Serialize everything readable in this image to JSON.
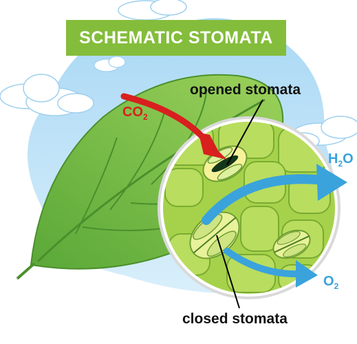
{
  "diagram": {
    "title": "SCHEMATIC STOMATA",
    "labels": {
      "opened": "opened stomata",
      "closed": "closed stomata"
    },
    "gases": {
      "co2": {
        "base": "CO",
        "sub": "2",
        "color": "#d8201f"
      },
      "h2o": {
        "base": "H",
        "sub": "2",
        "tail": "O",
        "color": "#3aa3dc"
      },
      "o2": {
        "base": "O",
        "sub": "2",
        "color": "#3aa3dc"
      }
    },
    "colors": {
      "title_bg": "#84bd3b",
      "sky": "#bfe3f7",
      "leaf": "#7cc04a",
      "cell": "#a6d24b",
      "arrow_red": "#d8201f",
      "arrow_blue": "#3aa3dc"
    }
  }
}
